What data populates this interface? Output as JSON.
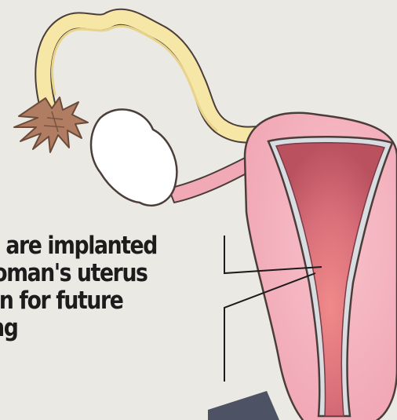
{
  "caption": {
    "lines": [
      "os are implanted",
      "woman's uterus",
      "zen for future",
      "ting"
    ]
  },
  "colors": {
    "background": "#ebe9e3",
    "uterus_outer": "#f2a9b6",
    "uterus_cavity": "#c95e6b",
    "endometrium_glow": "#e98585",
    "fallopian_tube": "#f6e7a6",
    "ovary": "#ffffff",
    "fimbriae": "#b07d63",
    "outline": "#4a3d3a",
    "text": "#1d1b1b",
    "dark_shape": "#4d5364"
  }
}
